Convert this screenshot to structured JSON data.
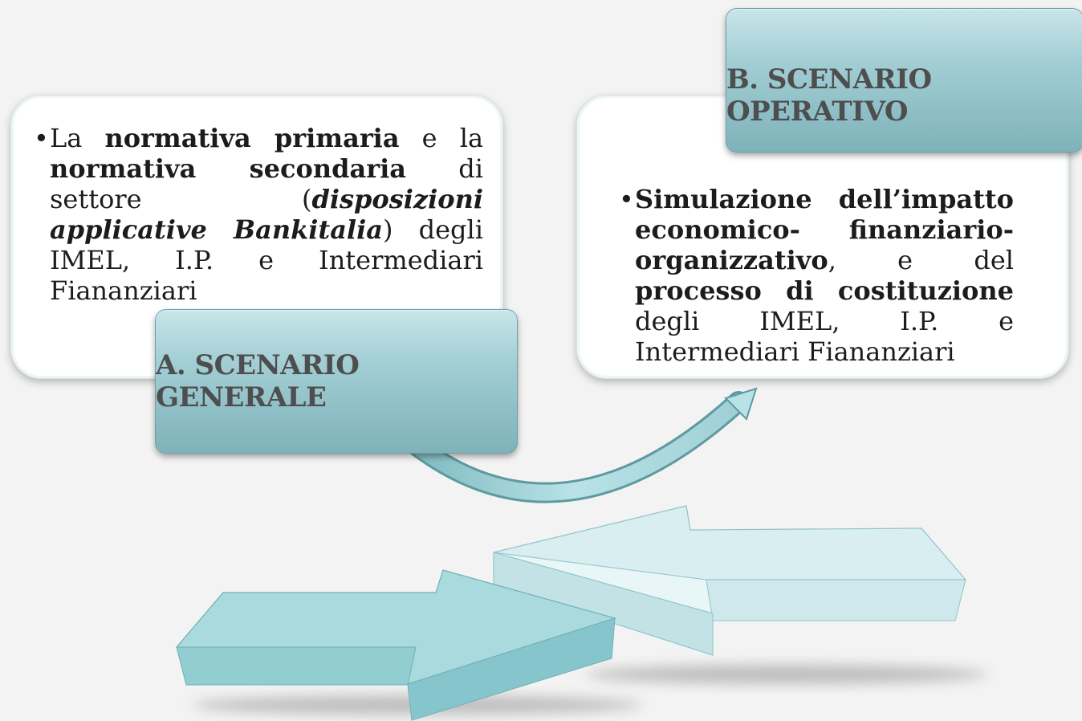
{
  "card_a": {
    "bullet": "•",
    "t1": "La ",
    "t2": "normativa primaria",
    "t3": " e la ",
    "t4": "normativa secondaria",
    "t5": " di settore (",
    "t6": "disposizioni applicative Bankitalia",
    "t7": ") degli IMEL, I.P. e Intermediari Fiananziari"
  },
  "card_b": {
    "bullet": "•",
    "t1": "Simulazione dell’impatto economico- finanziario- organizzativo",
    "t2": ", e del ",
    "t3": "processo di costituzione",
    "t4": " degli IMEL, I.P. e Intermediari Fiananziari"
  },
  "label_a": "A. SCENARIO GENERALE",
  "label_b": "B. SCENARIO OPERATIVO",
  "colors": {
    "label_fill": "#9cc9cf",
    "arrow_fill": "#9fd3d8",
    "arrow_light": "#dcefF1"
  }
}
